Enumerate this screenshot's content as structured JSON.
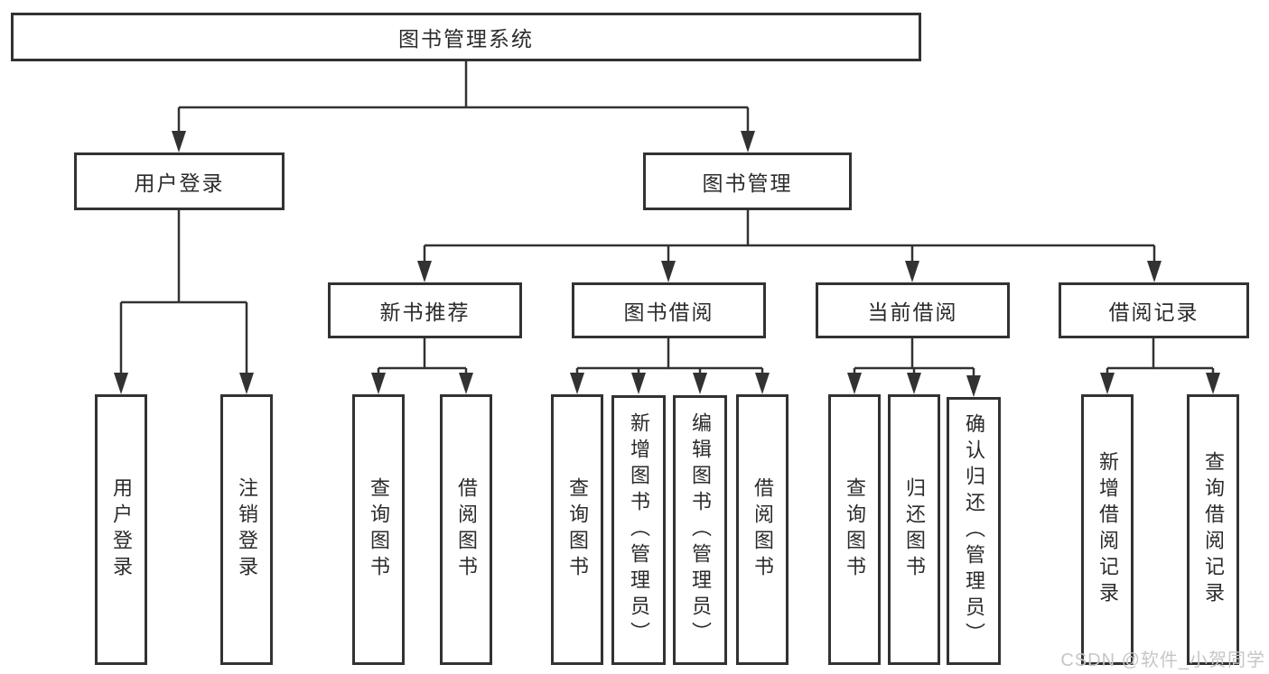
{
  "colors": {
    "line": "#323232",
    "box_border": "#323232",
    "box_background": "#ffffff",
    "text": "#2b2b2b",
    "watermark_text_color": "#c9c5c5"
  },
  "watermark": {
    "text": "CSDN @软件_小贺同学"
  },
  "diagram": {
    "root": {
      "label": "图书管理系统",
      "children": [
        {
          "label": "用户登录",
          "children": [
            {
              "label": "用户登录"
            },
            {
              "label": "注销登录"
            }
          ]
        },
        {
          "label": "图书管理",
          "children": [
            {
              "label": "新书推荐",
              "children": [
                {
                  "label": "查询图书"
                },
                {
                  "label": "借阅图书"
                }
              ]
            },
            {
              "label": "图书借阅",
              "children": [
                {
                  "label": "查询图书"
                },
                {
                  "label": "新增图书（管理员）"
                },
                {
                  "label": "编辑图书（管理员）"
                },
                {
                  "label": "借阅图书"
                }
              ]
            },
            {
              "label": "当前借阅",
              "children": [
                {
                  "label": "查询图书"
                },
                {
                  "label": "归还图书"
                },
                {
                  "label": "确认归还（管理员）"
                }
              ]
            },
            {
              "label": "借阅记录",
              "children": [
                {
                  "label": "新增借阅记录"
                },
                {
                  "label": "查询借阅记录"
                }
              ]
            }
          ]
        }
      ]
    }
  }
}
